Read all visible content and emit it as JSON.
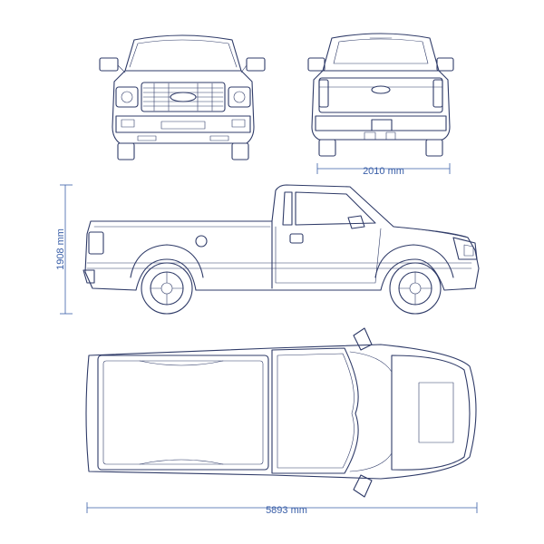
{
  "dimensions": {
    "width_label": "2010 mm",
    "height_label": "1908 mm",
    "length_label": "5893 mm"
  },
  "colors": {
    "line": "#2f3b68",
    "dimension": "#3a5fa8",
    "background": "#ffffff"
  }
}
